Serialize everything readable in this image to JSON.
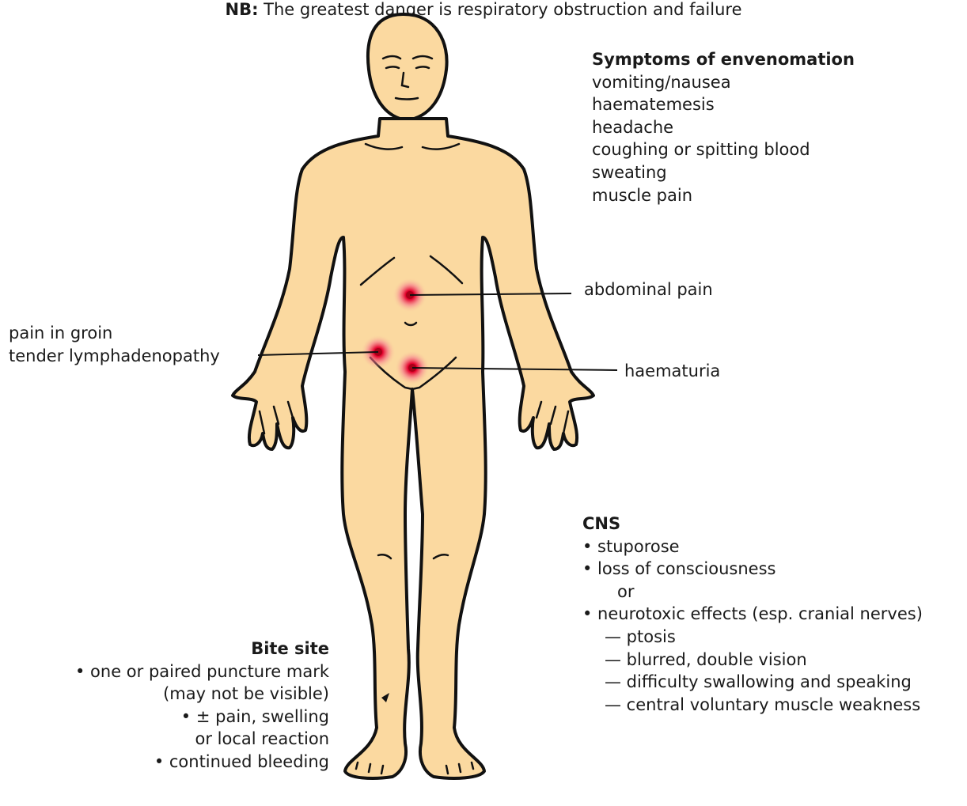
{
  "colors": {
    "skin": "#fbd9a0",
    "outline": "#111111",
    "pain_spot": "#e3002b"
  },
  "symptoms": {
    "title": "Symptoms of envenomation",
    "items": [
      "vomiting/nausea",
      "haematemesis",
      "headache",
      "coughing or spitting blood",
      "sweating",
      "muscle pain"
    ]
  },
  "callouts": {
    "abdominal": "abdominal pain",
    "haematuria": "haematuria",
    "groin_line1": "pain in groin",
    "groin_line2": "tender lymphadenopathy"
  },
  "cns": {
    "title": "CNS",
    "item1": "• stuporose",
    "item2": "• loss of consciousness",
    "or": "or",
    "item3": "• neurotoxic effects (esp. cranial nerves)",
    "sub1": "— ptosis",
    "sub2": "— blurred, double vision",
    "sub3": "— difficulty swallowing and speaking",
    "sub4": "— central voluntary muscle weakness"
  },
  "bite_site": {
    "title": "Bite site",
    "line1": "• one or paired puncture mark",
    "line2": "(may not be visible)",
    "line3": "• ± pain, swelling",
    "line4": "or local reaction",
    "line5": "• continued bleeding"
  },
  "note": {
    "prefix": "NB:",
    "text": " The greatest danger is respiratory obstruction and failure"
  }
}
